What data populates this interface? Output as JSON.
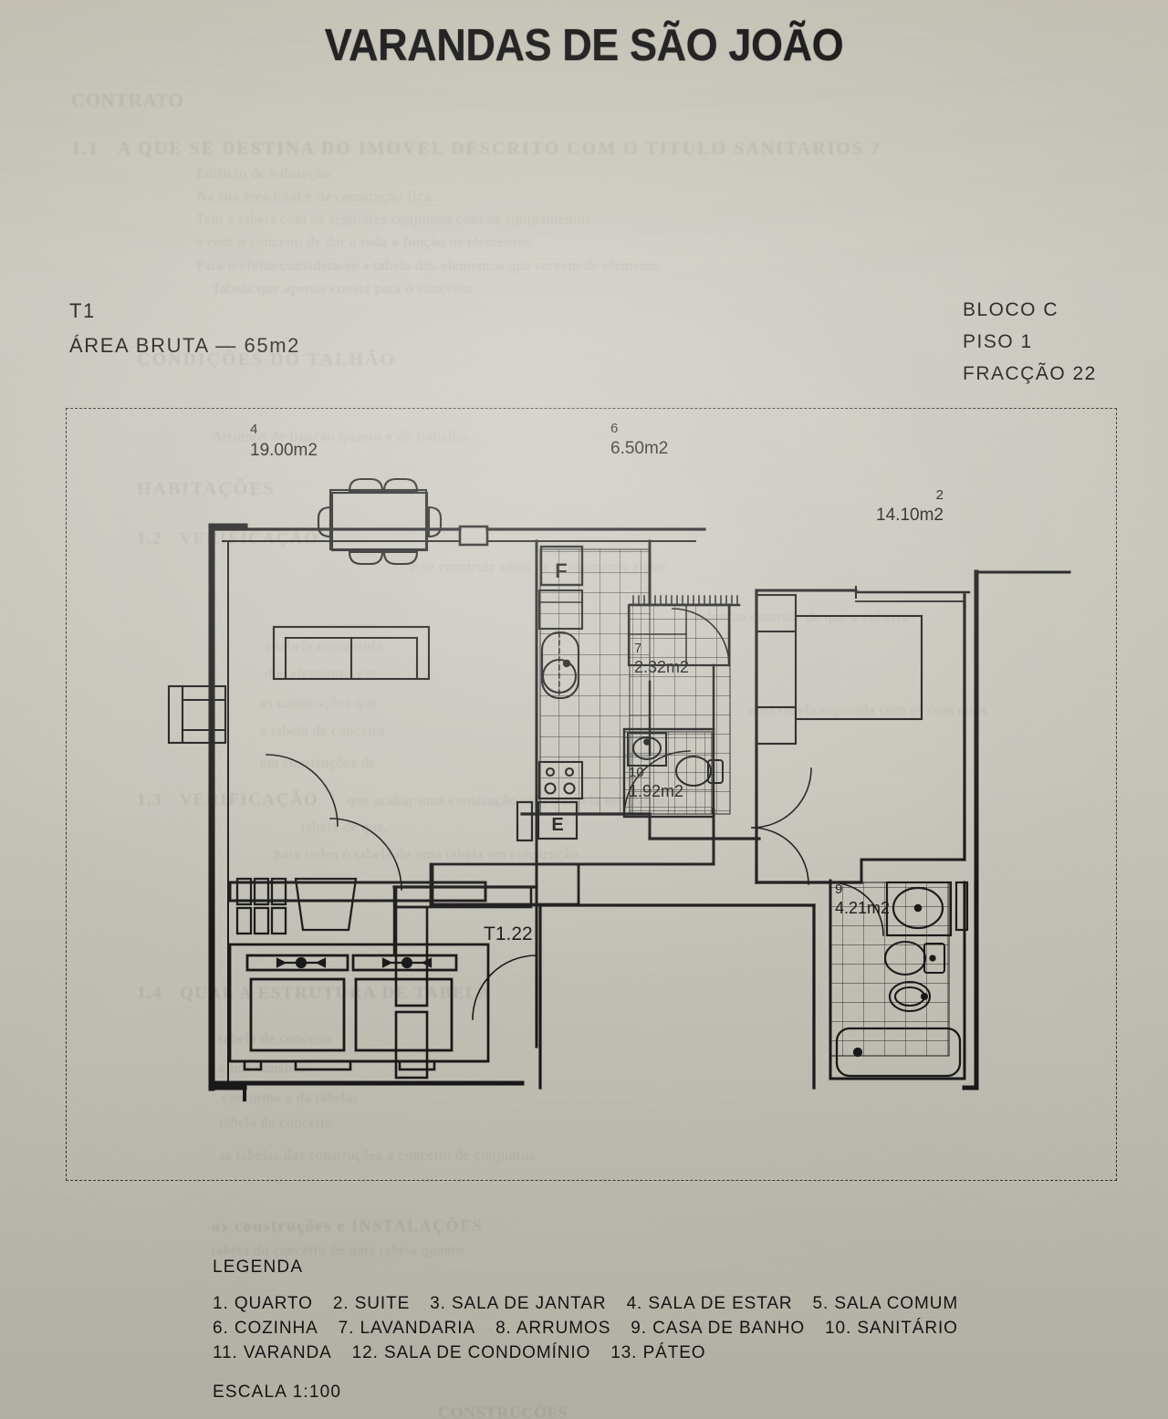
{
  "document": {
    "title": "VARANDAS DE SÃO JOÃO",
    "type": "architectural-floor-plan"
  },
  "header": {
    "left": {
      "typology": "T1",
      "gross_area": "ÁREA BRUTA — 65m2"
    },
    "right": {
      "block": "BLOCO C",
      "floor": "PISO 1",
      "fraction": "FRACÇÃO 22"
    }
  },
  "plan": {
    "unit_code": "T1.22",
    "markers": [
      {
        "label": "F",
        "meaning": "frigorifico"
      },
      {
        "label": "E",
        "meaning": "esquentador"
      }
    ],
    "rooms": [
      {
        "number": "4",
        "area": "19.00m2",
        "name": "SALA DE ESTAR"
      },
      {
        "number": "6",
        "area": "6.50m2",
        "name": "COZINHA"
      },
      {
        "number": "2",
        "area": "14.10m2",
        "name": "SUITE"
      },
      {
        "number": "7",
        "area": "2.32m2",
        "name": "LAVANDARIA"
      },
      {
        "number": "10",
        "area": "1.92m2",
        "name": "SANITÁRIO"
      },
      {
        "number": "9",
        "area": "4.21m2",
        "name": "CASA DE BANHO"
      }
    ]
  },
  "legend": {
    "title": "LEGENDA",
    "rows": [
      [
        {
          "n": "1.",
          "label": "QUARTO"
        },
        {
          "n": "2.",
          "label": "SUITE"
        },
        {
          "n": "3.",
          "label": "SALA DE JANTAR"
        },
        {
          "n": "4.",
          "label": "SALA DE ESTAR"
        },
        {
          "n": "5.",
          "label": "SALA COMUM"
        }
      ],
      [
        {
          "n": "6.",
          "label": "COZINHA"
        },
        {
          "n": "7.",
          "label": "LAVANDARIA"
        },
        {
          "n": "8.",
          "label": "ARRUMOS"
        },
        {
          "n": "9.",
          "label": "CASA DE BANHO"
        },
        {
          "n": "10.",
          "label": "SANITÁRIO"
        }
      ],
      [
        {
          "n": "11.",
          "label": "VARANDA"
        },
        {
          "n": "12.",
          "label": "SALA DE CONDOMÍNIO"
        },
        {
          "n": "13.",
          "label": "PÁTEO"
        }
      ]
    ]
  },
  "scale": "ESCALA  1:100",
  "colors": {
    "paper": "#cfcdc4",
    "ink": "#1a1a1a",
    "bleed": "#6e6c64"
  }
}
